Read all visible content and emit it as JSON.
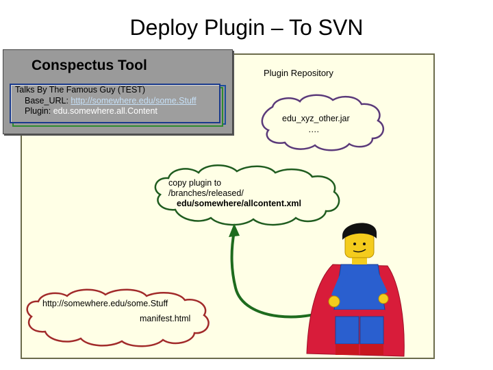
{
  "slide": {
    "title": "Deploy Plugin – To SVN"
  },
  "repository": {
    "label": "Plugin  Repository"
  },
  "tool": {
    "title": "Conspectus Tool",
    "card_title": "Talks By The Famous Guy (TEST)",
    "base_url_label": "Base_URL: ",
    "base_url_value": "http://somewhere.edu/some.Stuff",
    "plugin_label": "Plugin: ",
    "plugin_value": "edu.somewhere.all.Content"
  },
  "clouds": {
    "repo_file": {
      "line1": "edu_xyz_other.jar",
      "line2": "…."
    },
    "copy": {
      "line1": "copy plugin to",
      "line2": "/branches/released/",
      "line3": "edu/somewhere/allcontent.xml"
    },
    "manifest": {
      "line1": "http://somewhere.edu/some.Stuff",
      "line2": "manifest.html"
    }
  },
  "colors": {
    "repo_background": "#ffffe6",
    "tool_background": "#9a9a9a",
    "repo_cloud_outline": "#5b3a7a",
    "copy_cloud_outline": "#1f5c1f",
    "manifest_cloud_outline": "#a12a2a",
    "arrow": "#1e6b1e",
    "hero_cape": "#d81c3a",
    "hero_suit": "#2a5fcf"
  },
  "icons": [
    "hero-figure-icon",
    "curved-arrow-icon"
  ]
}
